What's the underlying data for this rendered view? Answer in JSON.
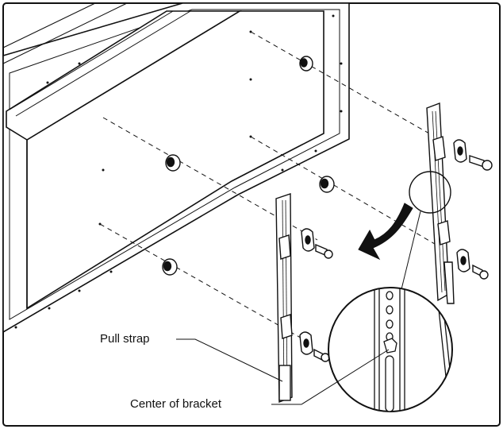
{
  "figure": {
    "labels": {
      "pull_strap": "Pull strap",
      "center_of_bracket": "Center of bracket"
    },
    "colors": {
      "line": "#111111",
      "panel_fill": "#ffffff",
      "background": "#ffffff"
    },
    "icons": {
      "arrow": "curved-arrow-down-left",
      "detail": "magnified-bracket-detail"
    }
  }
}
